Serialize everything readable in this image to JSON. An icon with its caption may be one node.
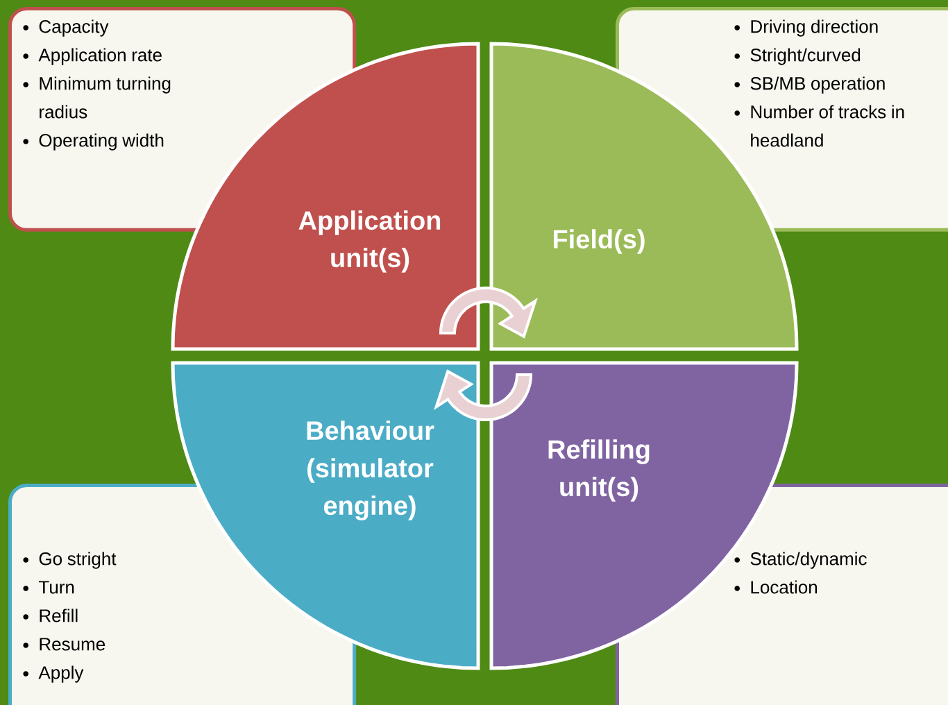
{
  "diagram": {
    "nodes": [
      {
        "text": [
          "Capacity",
          "Application rate",
          "Minimum turning radius",
          "Operating width"
        ]
      },
      {
        "text": [
          "Driving direction",
          "Stright/curved",
          "SB/MB operation",
          "Number of tracks in headland"
        ]
      },
      {
        "text": [
          "Application unit(s)"
        ]
      },
      {
        "text": [
          "Field(s)"
        ]
      },
      {
        "text": [
          "Behaviour (simulator engine)"
        ]
      },
      {
        "text": [
          "Refilling unit(s)"
        ]
      },
      {
        "text": [
          "Go stright",
          "Turn",
          "Refill",
          "Resume",
          "Apply"
        ]
      },
      {
        "text": [
          "Static/dynamic",
          "Location"
        ]
      }
    ],
    "edges": [
      {
        "from": 2,
        "to": 3,
        "arrow": "to"
      },
      {
        "from": 5,
        "to": 4,
        "arrow": "to"
      }
    ]
  }
}
